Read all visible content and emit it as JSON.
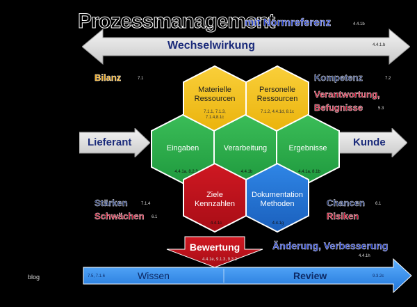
{
  "title": "Prozessmanagement",
  "subtitle": "mit Normreferenz",
  "title_ref": "4.4.1b",
  "top_arrow": {
    "label": "Wechselwirkung",
    "ref": "4.4.1.b"
  },
  "left_labels": {
    "bilanz": "Bilanz",
    "bilanz_ref": "7.1",
    "staerken": "Stärken",
    "staerken_ref": "7.1.4",
    "schwaechen": "Schwächen",
    "schwaechen_ref": "6.1"
  },
  "right_labels": {
    "kompetenz": "Kompetenz",
    "kompetenz_ref": "7.2",
    "verantwortung": "Verantwortung,",
    "befugnisse": "Befugnisse",
    "befugnisse_ref": "5.3",
    "chancen": "Chancen",
    "chancen_ref": "6.1",
    "risiken": "Risiken"
  },
  "lieferant": "Lieferant",
  "kunde": "Kunde",
  "hexagons": {
    "materielle": {
      "line1": "Materielle",
      "line2": "Ressourcen",
      "ref1": "7.1.1, 7.1.3,",
      "ref2": "7.1.4,8.1c"
    },
    "personelle": {
      "line1": "Personelle",
      "line2": "Ressourcen",
      "ref": "7.1.2, 4.4.1d, 8.1c"
    },
    "eingaben": {
      "label": "Eingaben",
      "ref": "4.4.1a, 8.2.3"
    },
    "verarbeitung": {
      "label": "Verarbeitung",
      "ref": "4.4.1b"
    },
    "ergebnisse": {
      "label": "Ergebnisse",
      "ref": "4.4.1a, 8.1b"
    },
    "ziele": {
      "line1": "Ziele",
      "line2": "Kennzahlen",
      "ref": "4.4.1c"
    },
    "dokumentation": {
      "line1": "Dokumentation",
      "line2": "Methoden",
      "ref": "4.4.1g"
    }
  },
  "bewertung": {
    "label": "Bewertung",
    "ref": "4.4.1e, 9.1.3, 9.3.2"
  },
  "aenderung": {
    "label": "Änderung, Verbesserung",
    "ref": "4.4.1h"
  },
  "bottom_arrow": {
    "wissen": "Wissen",
    "wissen_ref": "7.5, 7.1.6",
    "review": "Review",
    "review_ref": "9.3.2c"
  },
  "blog": "blog",
  "colors": {
    "yellow": "#f5be14",
    "green": "#2aa84a",
    "red": "#b8101a",
    "blue": "#1e6fd0",
    "gray_arrow": "#e2e2e2",
    "blue_arrow": "#2f8fe8"
  }
}
